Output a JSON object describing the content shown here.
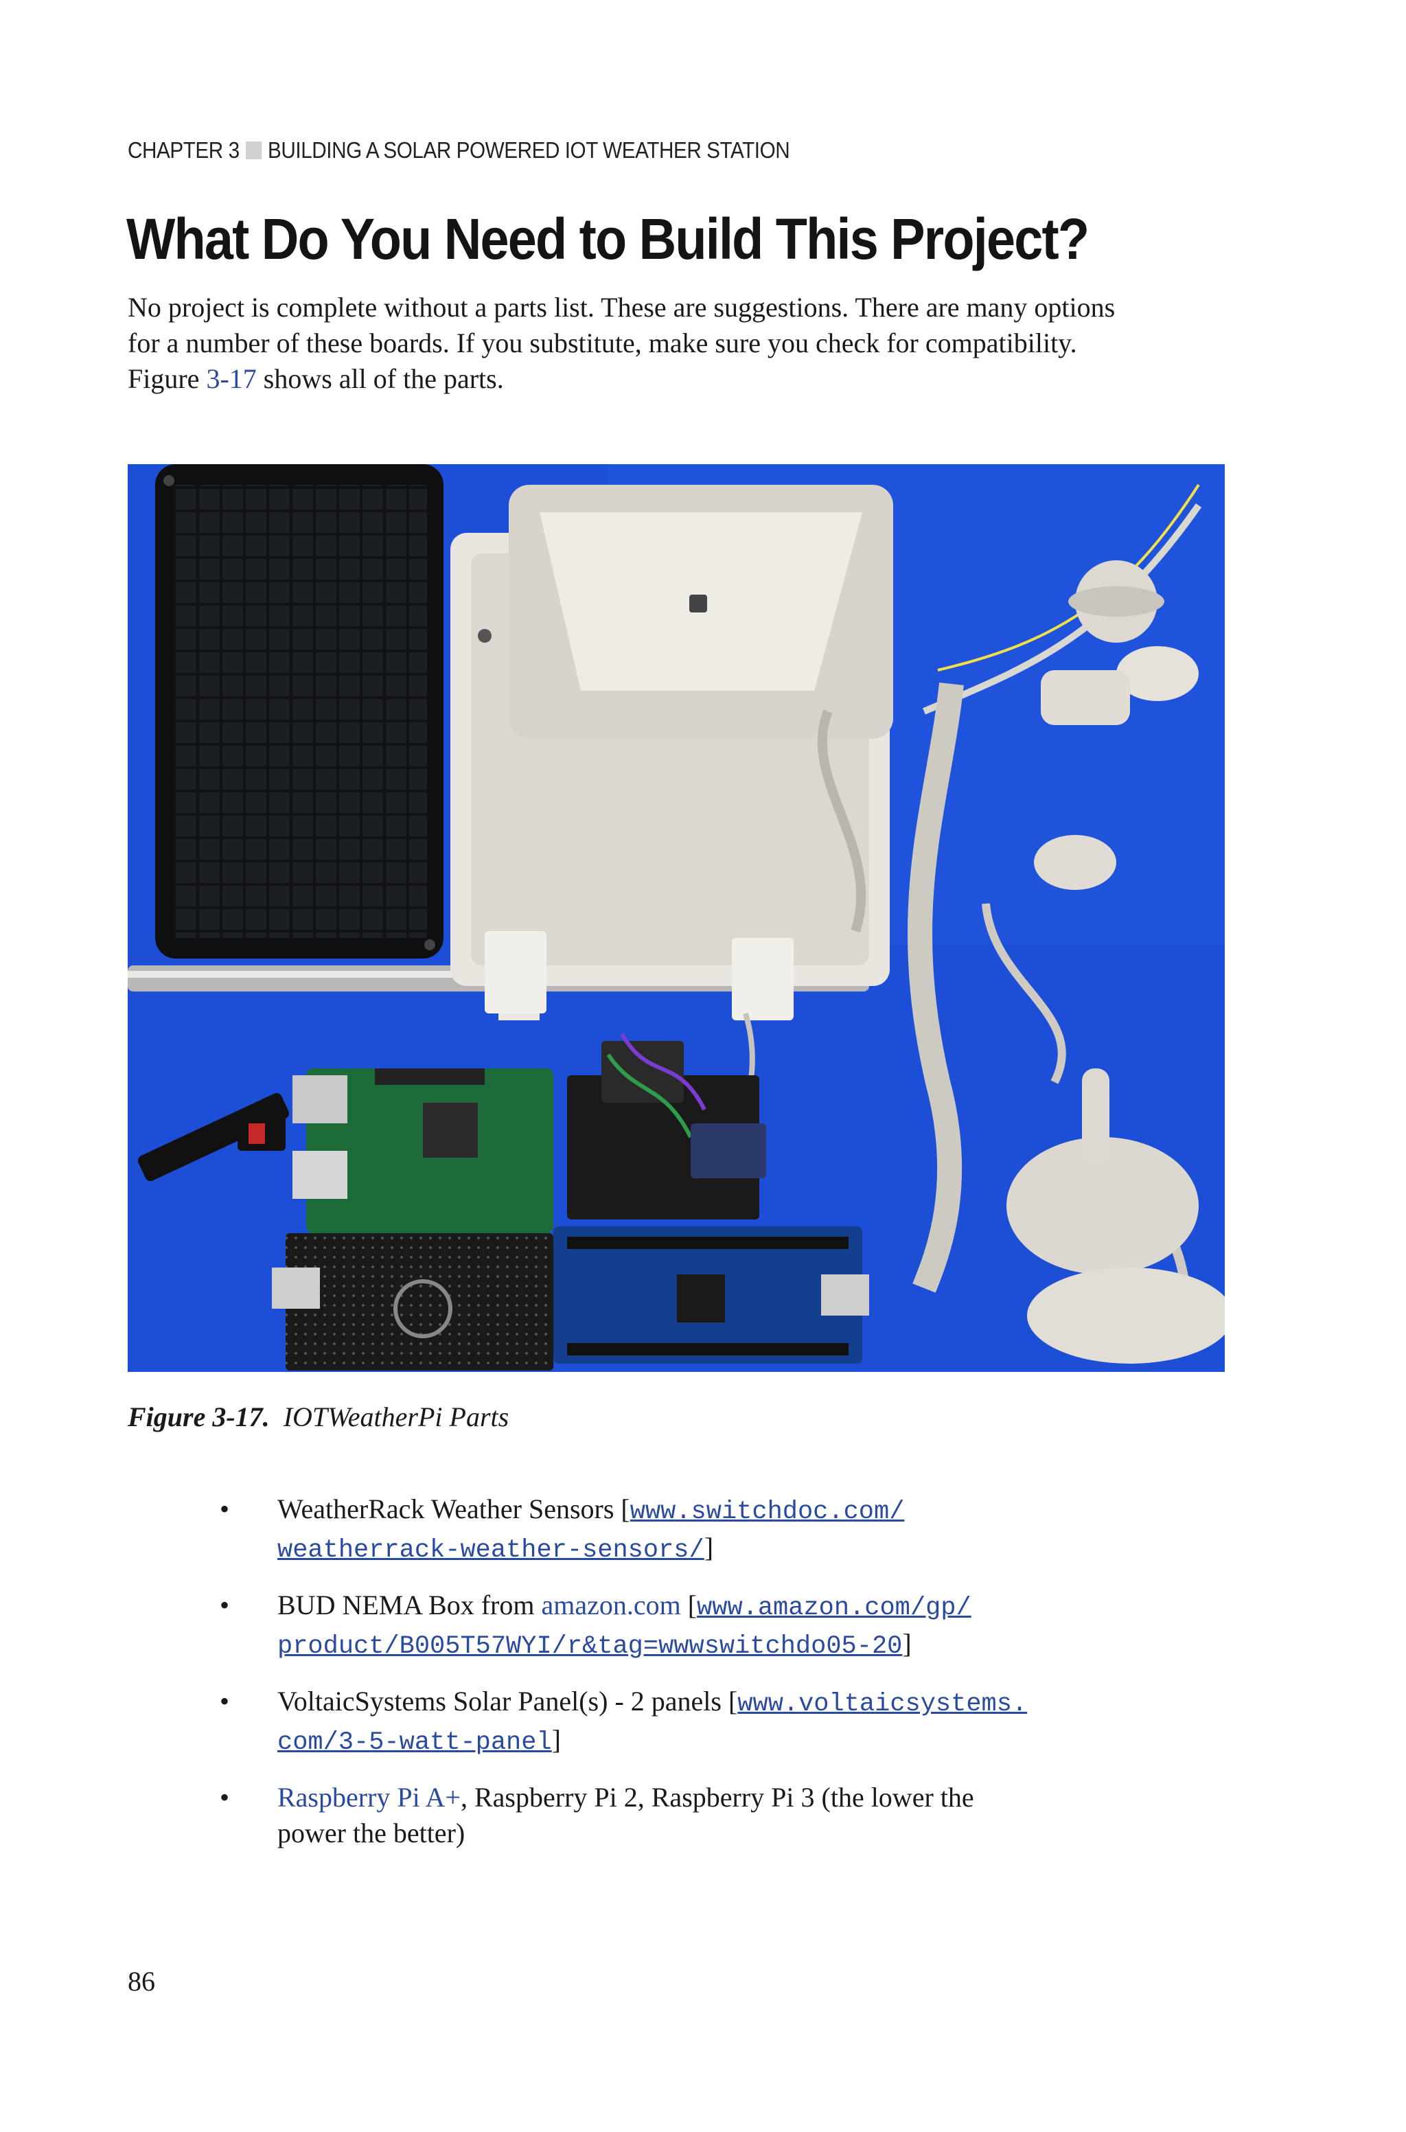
{
  "running_head": {
    "chapter": "CHAPTER 3",
    "title": "BUILDING A SOLAR POWERED IOT WEATHER STATION"
  },
  "section_title": "What Do You Need to Build This Project?",
  "intro": {
    "line1": "No project is complete without a parts list. These are suggestions. There are many options",
    "line2": "for a number of these boards. If you substitute, make sure you check for compatibility.",
    "figure_word": "Figure ",
    "figure_ref": "3-17",
    "line3_rest": " shows all of the parts."
  },
  "figure": {
    "label": "Figure 3-17.",
    "caption": "IOTWeatherPi Parts"
  },
  "bullets": [
    {
      "text": "WeatherRack Weather Sensors [",
      "url1": "www.switchdoc.com/",
      "url2": "weatherrack-weather-sensors/",
      "close": "]"
    },
    {
      "text": "BUD NEMA Box from ",
      "link": "amazon.com",
      "text2": " [",
      "url1": "www.amazon.com/gp/",
      "url2": "product/B005T57WYI/r&tag=wwwswitchdo05-20",
      "close": "]"
    },
    {
      "text": "VoltaicSystems Solar Panel(s) - 2 panels [",
      "url1": "www.voltaicsystems.",
      "url2": "com/3-5-watt-panel",
      "close": "]"
    },
    {
      "link": "Raspberry Pi A+",
      "text": ", Raspberry Pi 2, Raspberry Pi 3 (the lower the",
      "text2": "power the better)"
    }
  ],
  "bullet_glyph": "•",
  "page_number": "86",
  "colors": {
    "link": "#2a4aa0",
    "photo_background": "#1d4fd6"
  }
}
